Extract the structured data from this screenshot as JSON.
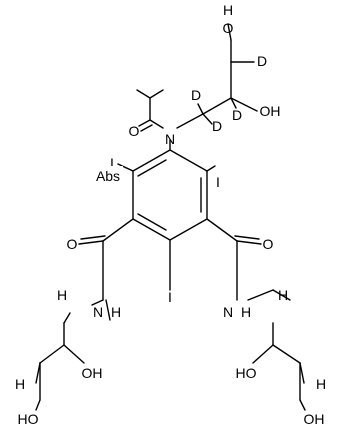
{
  "atoms": {
    "O": "O",
    "OH": "OH",
    "HO": "HO",
    "H": "H",
    "D": "D",
    "N": "N",
    "I": "I",
    "Abs": "Abs"
  }
}
